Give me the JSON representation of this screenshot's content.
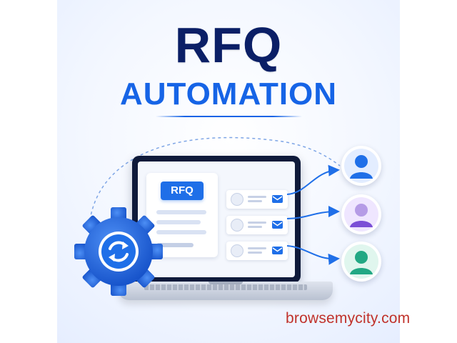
{
  "title": {
    "main": "RFQ",
    "sub": "AUTOMATION"
  },
  "document": {
    "badge_label": "RFQ"
  },
  "list_rows": [
    {
      "icon": "user-icon",
      "action_icon": "mail-icon"
    },
    {
      "icon": "user-icon",
      "action_icon": "mail-icon"
    },
    {
      "icon": "user-icon",
      "action_icon": "mail-icon"
    }
  ],
  "recipients": [
    {
      "icon": "user-icon",
      "color": "#1f6fe8"
    },
    {
      "icon": "user-icon",
      "color": "#7b4fd6"
    },
    {
      "icon": "user-icon",
      "color": "#22a884"
    }
  ],
  "gear": {
    "icon": "refresh-icon",
    "color": "#1f6fe8"
  },
  "watermark": "browsemycity.com",
  "colors": {
    "title_dark": "#0b1f66",
    "title_accent": "#1664e6",
    "watermark": "#c0322b"
  }
}
